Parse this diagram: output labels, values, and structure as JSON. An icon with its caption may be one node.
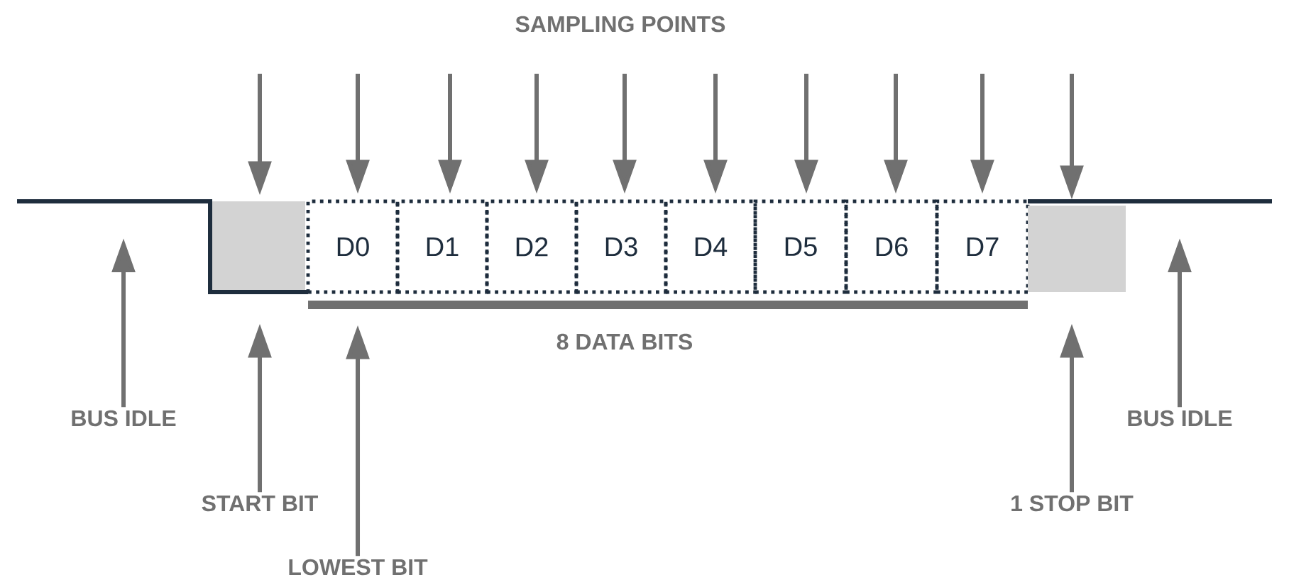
{
  "diagram": {
    "nodes": [
      {
        "text": [],
        "shape": "box"
      },
      {
        "text": [
          "D0"
        ]
      },
      {
        "text": [
          "D1"
        ]
      },
      {
        "text": [
          "D2"
        ]
      },
      {
        "text": [
          "D3"
        ]
      },
      {
        "text": [
          "D4"
        ]
      },
      {
        "text": [
          "D5"
        ]
      },
      {
        "text": [
          "D6"
        ]
      },
      {
        "text": [
          "D7"
        ]
      },
      {
        "text": [],
        "shape": "box"
      },
      {
        "text": [
          "BUS IDLE"
        ]
      },
      {
        "text": [
          "START BIT"
        ]
      },
      {
        "text": [
          "LOWEST BIT"
        ]
      },
      {
        "text": [
          "1 STOP BIT"
        ]
      },
      {
        "text": [
          "BUS IDLE"
        ]
      }
    ],
    "edges": [
      {
        "from": null,
        "to": 0,
        "arrow": "to"
      },
      {
        "from": null,
        "to": 1,
        "arrow": "to"
      },
      {
        "from": null,
        "to": 2,
        "arrow": "to"
      },
      {
        "from": null,
        "to": 3,
        "arrow": "to"
      },
      {
        "from": null,
        "to": 4,
        "arrow": "to"
      },
      {
        "from": null,
        "to": 5,
        "arrow": "to"
      },
      {
        "from": null,
        "to": 6,
        "arrow": "to"
      },
      {
        "from": null,
        "to": 7,
        "arrow": "to"
      },
      {
        "from": null,
        "to": 8,
        "arrow": "to"
      },
      {
        "from": null,
        "to": 9,
        "arrow": "to"
      },
      {
        "from": 10,
        "to": null,
        "arrow": "to"
      },
      {
        "from": 11,
        "to": 0,
        "arrow": "to"
      },
      {
        "from": 12,
        "to": 1,
        "arrow": "to"
      },
      {
        "from": 13,
        "to": 9,
        "arrow": "to"
      },
      {
        "from": 14,
        "to": null,
        "arrow": "to"
      }
    ],
    "labels": [
      "SAMPLING POINTS",
      "8 DATA BITS"
    ]
  }
}
